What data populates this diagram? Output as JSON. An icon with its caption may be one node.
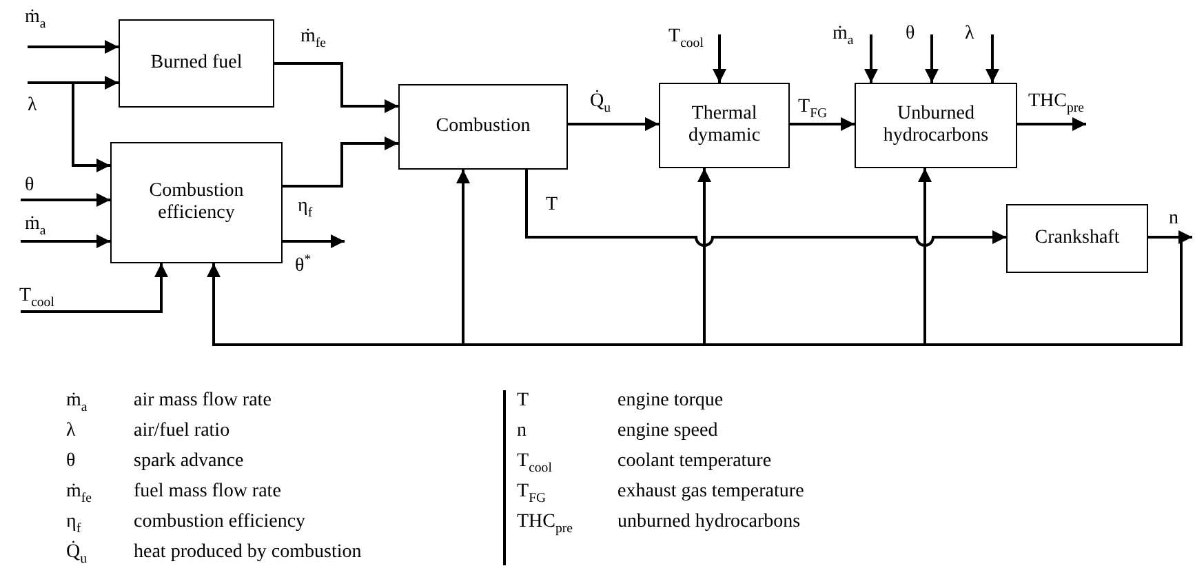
{
  "diagram": {
    "nodes": [
      {
        "text": [
          "Burned fuel"
        ]
      },
      {
        "text": [
          "Combustion efficiency"
        ]
      },
      {
        "text": [
          "Combustion"
        ]
      },
      {
        "text": [
          "Thermal dymamic"
        ]
      },
      {
        "text": [
          "Unburned hydrocarbons"
        ]
      },
      {
        "text": [
          "Crankshaft"
        ]
      }
    ],
    "edges": [
      {
        "from": null,
        "to": 0,
        "arrow": "to",
        "label": "ṁ$_{a}$"
      },
      {
        "from": null,
        "to": 0,
        "arrow": "to",
        "label": "λ"
      },
      {
        "from": null,
        "to": 1,
        "arrow": "to"
      },
      {
        "from": null,
        "to": 1,
        "arrow": "to",
        "label": "θ"
      },
      {
        "from": null,
        "to": 1,
        "arrow": "to",
        "label": "ṁ$_{a}$"
      },
      {
        "from": null,
        "to": 1,
        "arrow": "to",
        "label": "T$_{cool}$"
      },
      {
        "from": 0,
        "to": 2,
        "arrow": "to",
        "label": "ṁ$_{fe}$"
      },
      {
        "from": 1,
        "to": 2,
        "arrow": "to",
        "label": "η$_{f}$"
      },
      {
        "from": 1,
        "to": null,
        "arrow": "to",
        "label": "θ$^{*}$"
      },
      {
        "from": 2,
        "to": 3,
        "arrow": "to",
        "label": "Q̇$_{u}$"
      },
      {
        "from": null,
        "to": 3,
        "arrow": "to",
        "label": "T$_{cool}$"
      },
      {
        "from": 3,
        "to": 4,
        "arrow": "to",
        "label": "T$_{FG}$"
      },
      {
        "from": null,
        "to": 4,
        "arrow": "to",
        "label": "ṁ$_{a}$"
      },
      {
        "from": null,
        "to": 4,
        "arrow": "to",
        "label": "θ"
      },
      {
        "from": null,
        "to": 4,
        "arrow": "to",
        "label": "λ"
      },
      {
        "from": 4,
        "to": null,
        "arrow": "to",
        "label": "THC$_{pre}$"
      },
      {
        "from": 2,
        "to": 5,
        "arrow": "to",
        "label": "T"
      },
      {
        "from": 5,
        "to": null,
        "arrow": "to",
        "label": "n"
      },
      {
        "from": 5,
        "to": 1,
        "arrow": "to"
      },
      {
        "from": 5,
        "to": 2,
        "arrow": "to"
      },
      {
        "from": 5,
        "to": 3,
        "arrow": "to"
      },
      {
        "from": 5,
        "to": 4,
        "arrow": "to"
      }
    ],
    "labels": [
      "ṁ$_{a}$",
      "air mass flow rate",
      "λ",
      "air/fuel ratio",
      "θ",
      "spark advance",
      "ṁ$_{fe}$",
      "fuel mass flow rate",
      "η$_{f}$",
      "combustion efficiency",
      "Q̇$_{u}$",
      "heat produced by combustion",
      "T",
      "engine torque",
      "n",
      "engine speed",
      "T$_{cool}$",
      "coolant temperature",
      "T$_{FG}$",
      "exhaust gas temperature",
      "THC$_{pre}$",
      "unburned hydrocarbons"
    ]
  }
}
